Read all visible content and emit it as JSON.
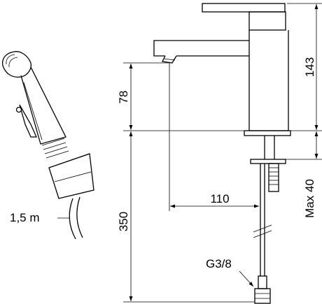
{
  "dimensions": {
    "hose_length": "1,5 m",
    "spout_height": "78",
    "body_height": "143",
    "total_depth": "350",
    "spout_reach": "110",
    "max_counter": "Max 40",
    "thread": "G3/8"
  }
}
